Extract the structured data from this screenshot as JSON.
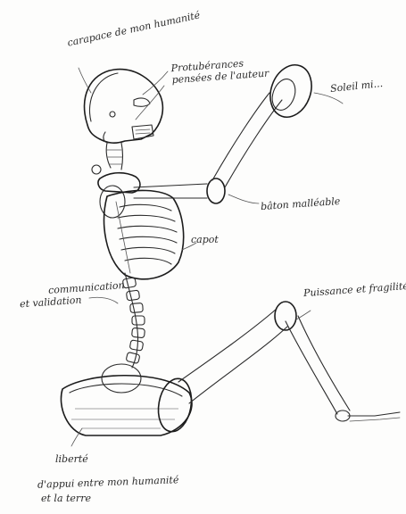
{
  "annotations": {
    "carapace": "carapace de mon humanité",
    "protuberances": "Protubérances pensées de l'auteur",
    "soleil": "Soleil mi...",
    "baton": "bâton malléable",
    "capot": "capot",
    "commun_1": "communication",
    "commun_2": "et validation",
    "puissance": "Puissance et fragilité",
    "liberte_1": "liberté",
    "liberte_2": "d'appui entre mon humanité",
    "liberte_3": "et la terre"
  }
}
